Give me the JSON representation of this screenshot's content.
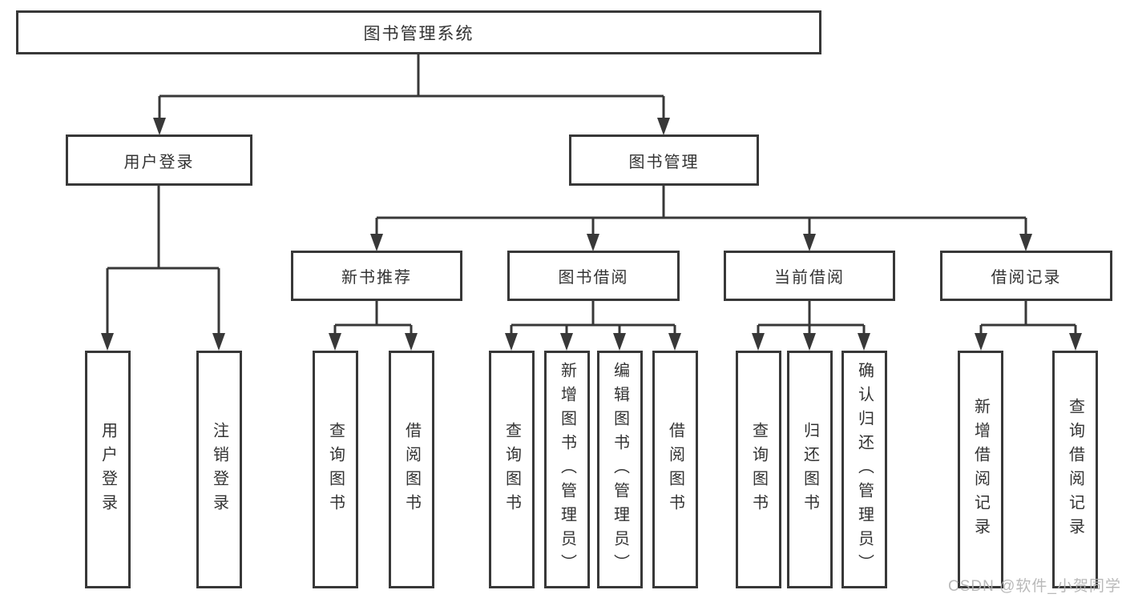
{
  "diagram": {
    "type": "hierarchy-tree",
    "colors": {
      "line": "#383838",
      "box_border": "#383838",
      "text": "#333333",
      "background": "#ffffff",
      "watermark": "#b2b2b2"
    },
    "nodes": {
      "root": {
        "label": "图书管理系统"
      },
      "level2": [
        {
          "label": "用户登录"
        },
        {
          "label": "图书管理"
        }
      ],
      "level3": [
        {
          "label": "新书推荐",
          "parent": "图书管理"
        },
        {
          "label": "图书借阅",
          "parent": "图书管理"
        },
        {
          "label": "当前借阅",
          "parent": "图书管理"
        },
        {
          "label": "借阅记录",
          "parent": "图书管理"
        }
      ],
      "leaves": [
        {
          "label": "用户登录",
          "parent": "用户登录"
        },
        {
          "label": "注销登录",
          "parent": "用户登录"
        },
        {
          "label": "查询图书",
          "parent": "新书推荐"
        },
        {
          "label": "借阅图书",
          "parent": "新书推荐"
        },
        {
          "label": "查询图书",
          "parent": "图书借阅"
        },
        {
          "label": "新增图书（管理员）",
          "parent": "图书借阅"
        },
        {
          "label": "编辑图书（管理员）",
          "parent": "图书借阅"
        },
        {
          "label": "借阅图书",
          "parent": "图书借阅"
        },
        {
          "label": "查询图书",
          "parent": "当前借阅"
        },
        {
          "label": "归还图书",
          "parent": "当前借阅"
        },
        {
          "label": "确认归还（管理员）",
          "parent": "当前借阅"
        },
        {
          "label": "新增借阅记录",
          "parent": "借阅记录"
        },
        {
          "label": "查询借阅记录",
          "parent": "借阅记录"
        }
      ]
    },
    "watermark": "CSDN @软件_小贺同学"
  }
}
